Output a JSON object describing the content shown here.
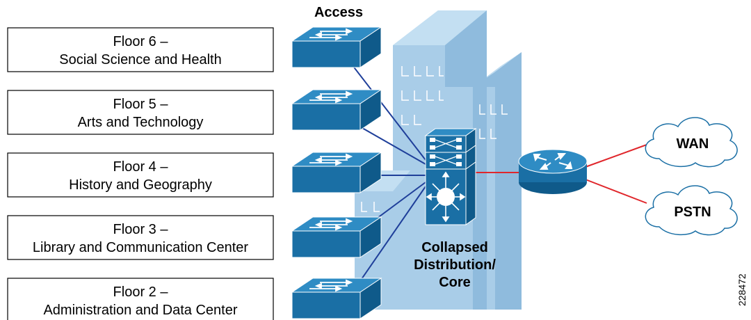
{
  "diagram": {
    "access_label": "Access",
    "core_label_lines": [
      "Collapsed",
      "Distribution/",
      "Core"
    ],
    "floors": [
      {
        "line1": "Floor 6 –",
        "line2": "Social Science and Health"
      },
      {
        "line1": "Floor 5 –",
        "line2": "Arts and Technology"
      },
      {
        "line1": "Floor 4 –",
        "line2": "History and Geography"
      },
      {
        "line1": "Floor 3 –",
        "line2": "Library and Communication Center"
      },
      {
        "line1": "Floor 2 –",
        "line2": "Administration and Data Center"
      }
    ],
    "clouds": [
      "WAN",
      "PSTN"
    ],
    "figure_id": "228472",
    "colors": {
      "building": "#A9CDE8",
      "building_dark": "#8FBBDD",
      "window": "#FFFFFF",
      "device": "#1A6FA5",
      "device_top": "#2F8CC4",
      "device_side": "#0F5A8A",
      "access_link": "#1F3F9A",
      "wan_link": "#E0262B",
      "cloud_fill": "#FFFFFF",
      "cloud_stroke": "#1A6FA5"
    }
  }
}
